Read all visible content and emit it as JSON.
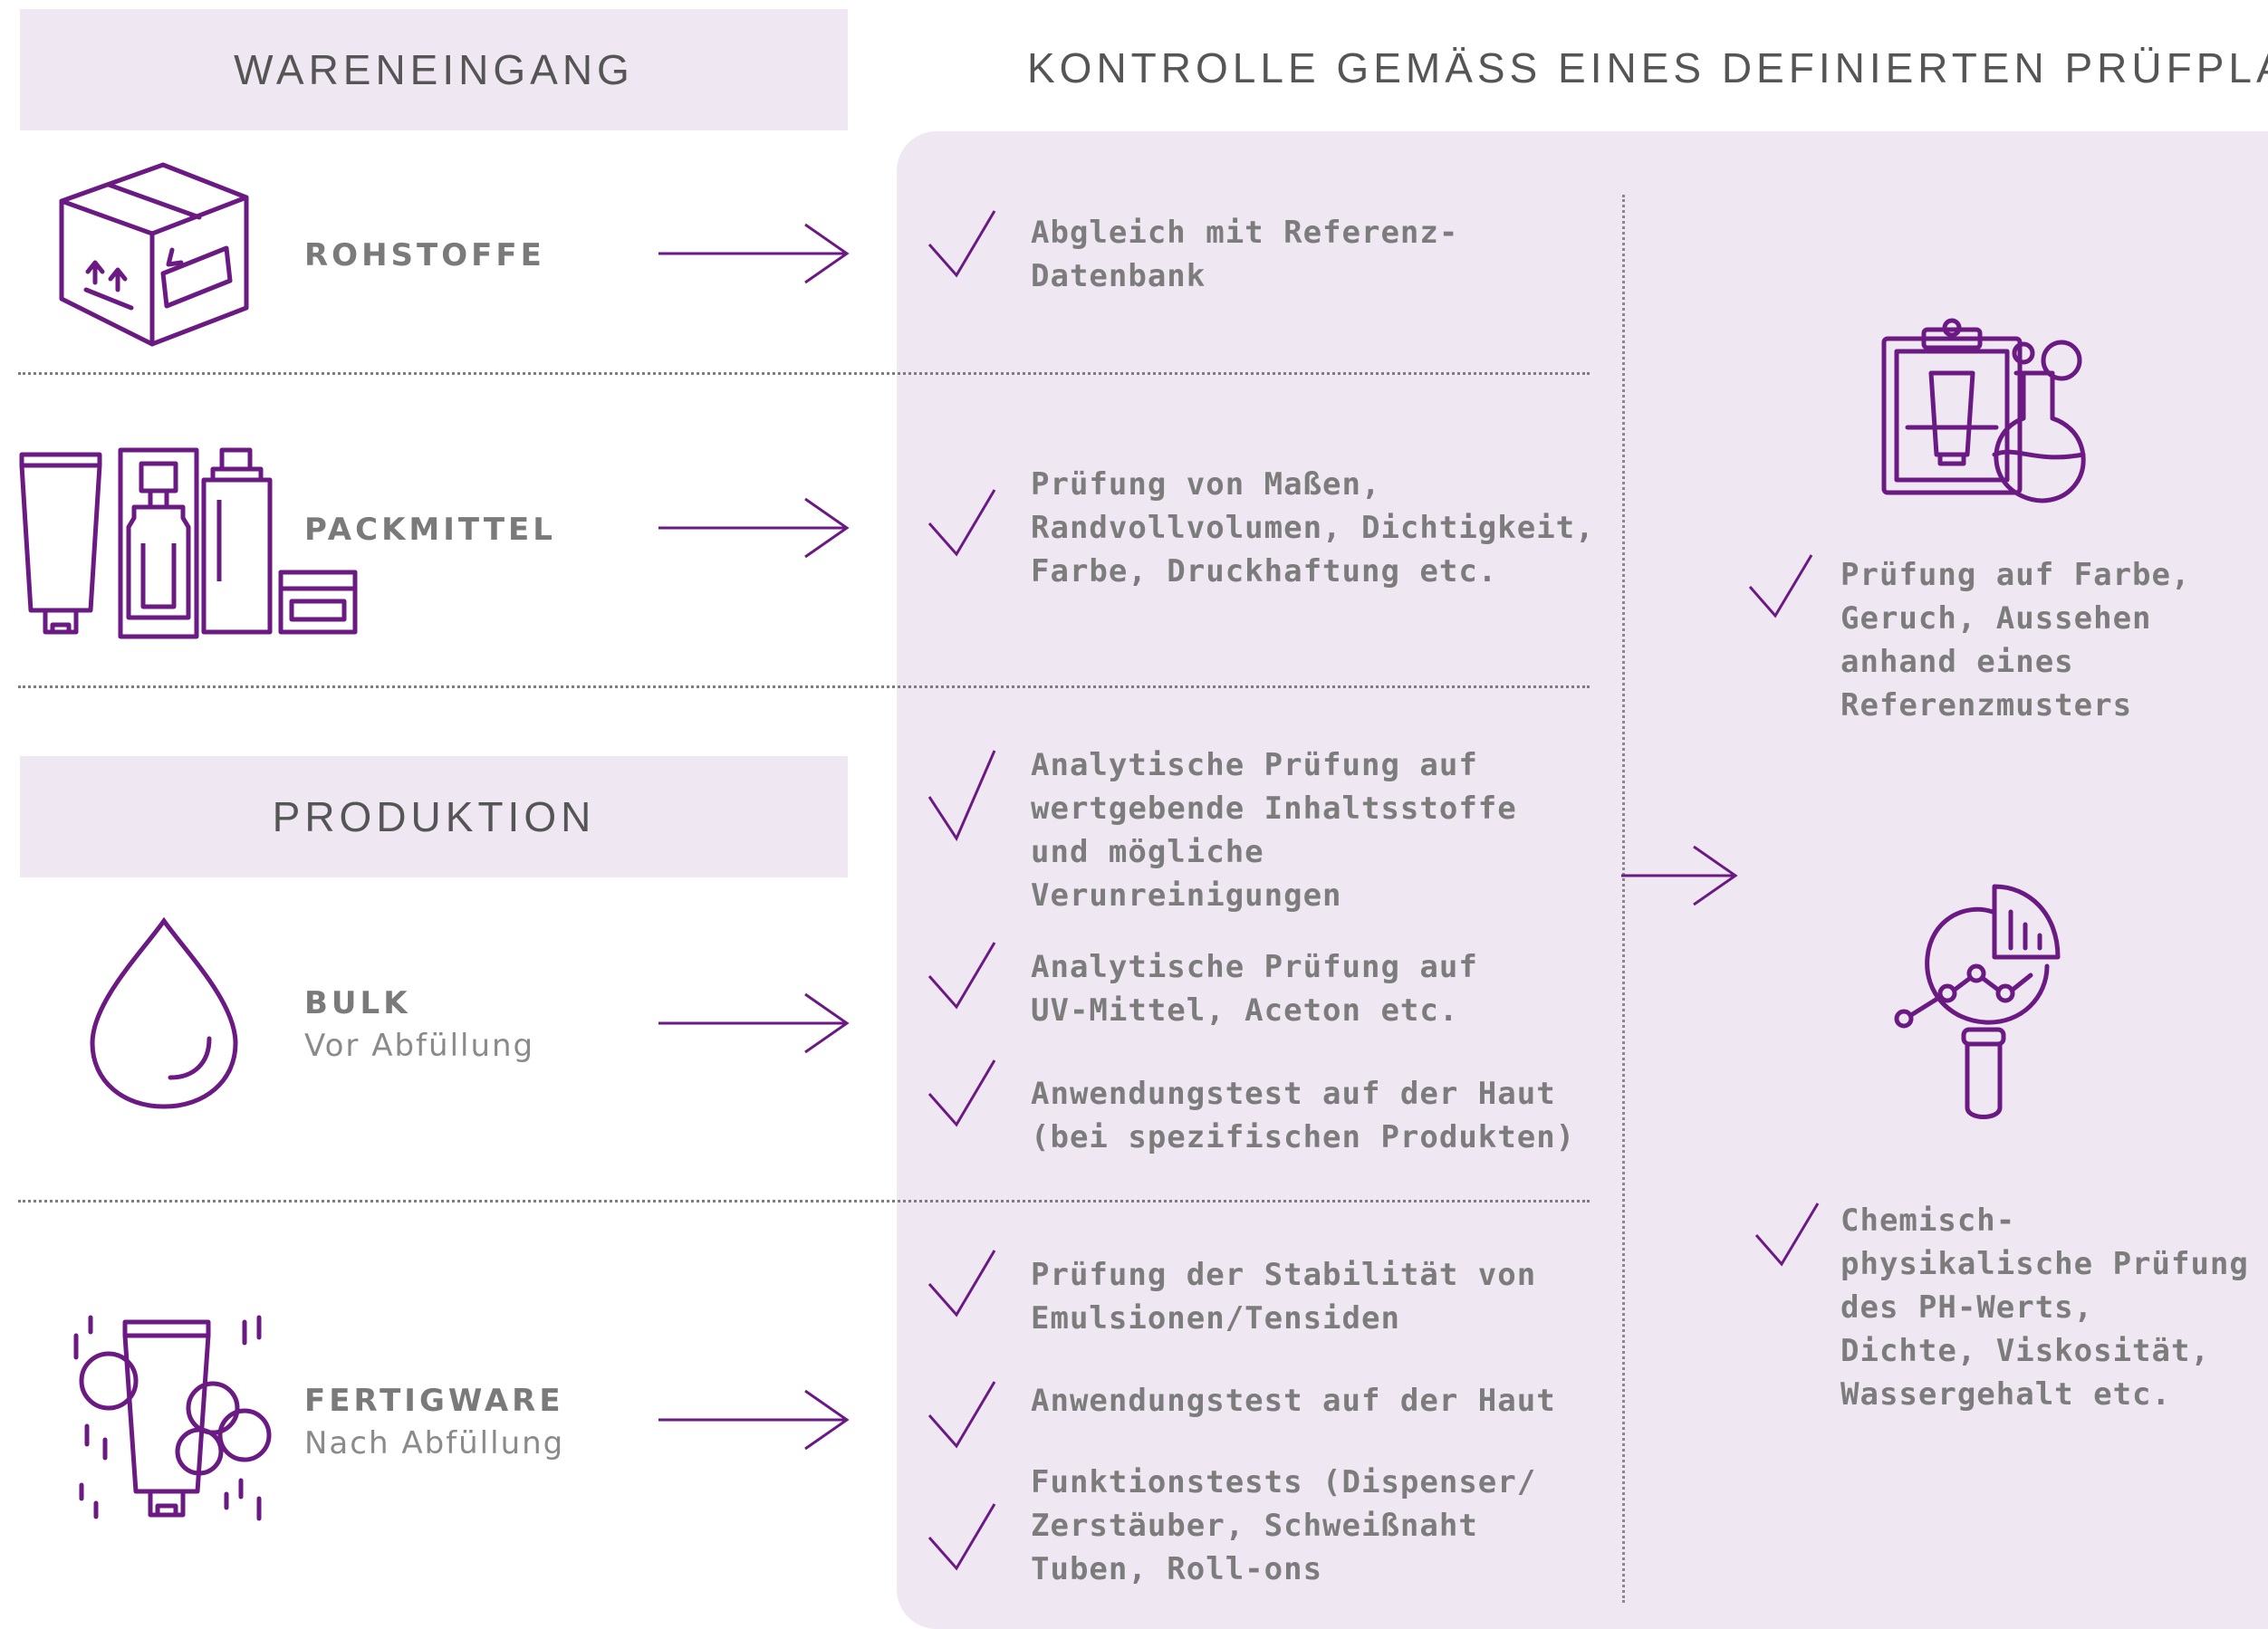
{
  "headers": {
    "left_top": "WARENEINGANG",
    "right_top": "KONTROLLE GEMÄSS EINES DEFINIERTEN PRÜFPLANS",
    "left_middle": "PRODUKTION"
  },
  "categories": [
    {
      "title": "ROHSTOFFE",
      "subtitle": "",
      "icon": "box-icon"
    },
    {
      "title": "PACKMITTEL",
      "subtitle": "",
      "icon": "packaging-icon"
    },
    {
      "title": "BULK",
      "subtitle": "Vor Abfüllung",
      "icon": "drop-icon"
    },
    {
      "title": "FERTIGWARE",
      "subtitle": "Nach Abfüllung",
      "icon": "finished-product-icon"
    }
  ],
  "checks": {
    "rohstoffe": [
      "Abgleich mit Referenz-\nDatenbank"
    ],
    "packmittel": [
      "Prüfung von Maßen,\nRandvollvolumen, Dichtigkeit,\nFarbe, Druckhaftung etc."
    ],
    "bulk": [
      "Analytische Prüfung auf\nwertgebende Inhaltsstoffe\nund mögliche\nVerunreinigungen",
      "Analytische Prüfung auf\nUV-Mittel, Aceton etc.",
      "Anwendungstest auf der Haut\n(bei spezifischen Produkten)"
    ],
    "fertigware": [
      "Prüfung der Stabilität von\nEmulsionen/Tensiden",
      "Anwendungstest auf der Haut",
      "Funktionstests (Dispenser/\nZerstäuber, Schweißnaht\nTuben, Roll-ons"
    ]
  },
  "lab_checks": [
    "Prüfung auf Farbe,\nGeruch, Aussehen\nanhand eines\nReferenzmusters",
    "Chemisch-\nphysikalische Prüfung\ndes PH-Werts,\nDichte, Viskosität,\nWassergehalt etc."
  ],
  "icons": {
    "lab": "lab-clipboard-flask-icon",
    "analysis": "magnifier-chart-icon",
    "check": "check-icon",
    "arrow": "arrow-right-icon"
  },
  "colors": {
    "accent": "#6b1a83",
    "panel": "#efe7f2",
    "text": "#7a7a7a"
  }
}
